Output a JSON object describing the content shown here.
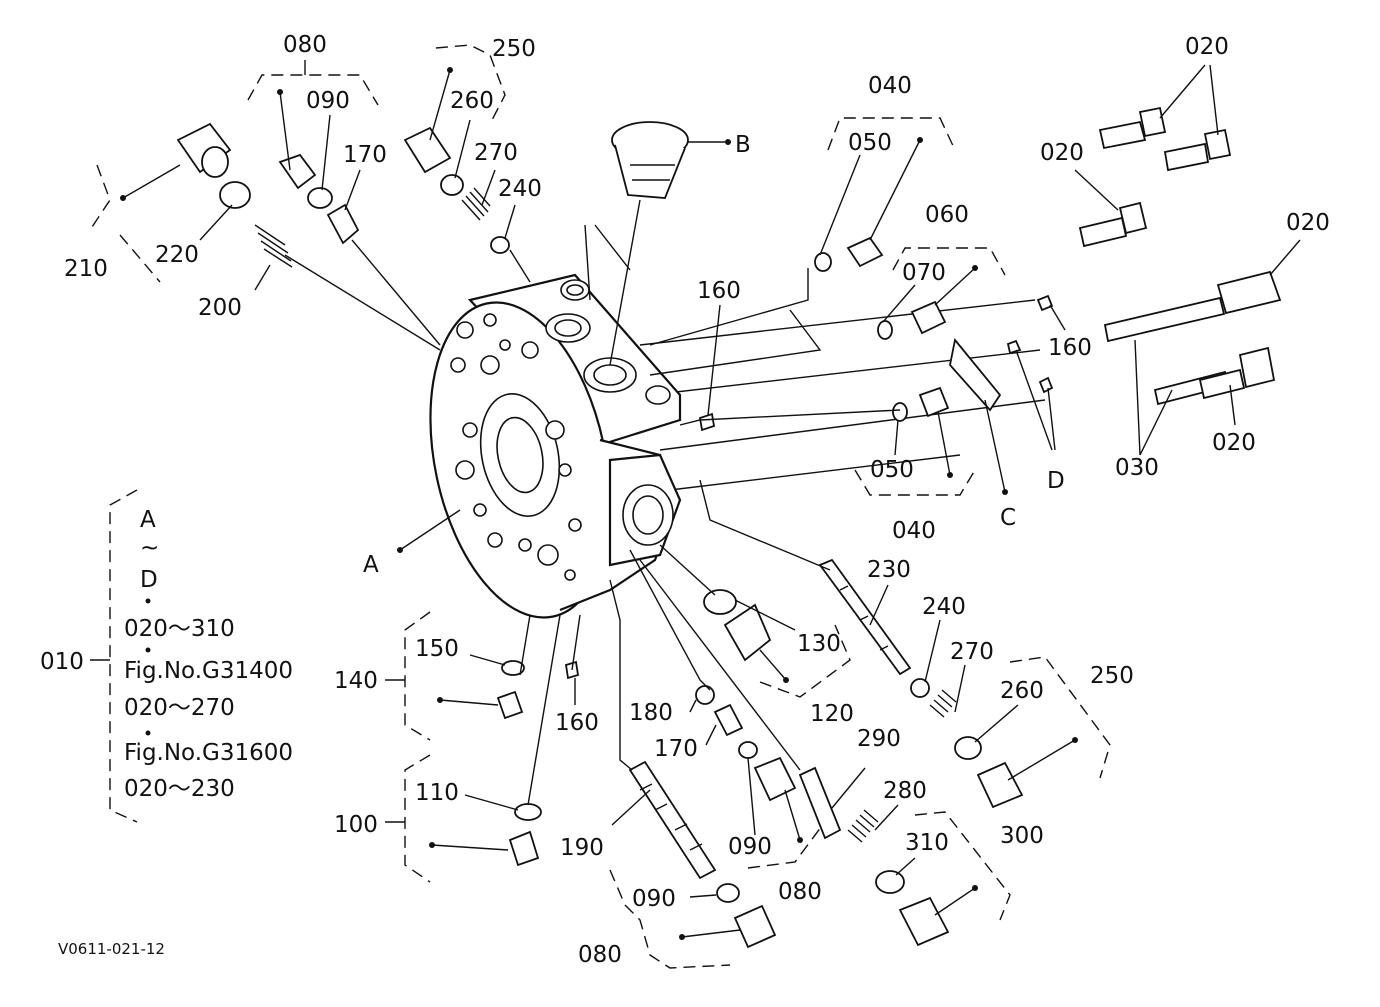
{
  "labels": {
    "p080_top": "080",
    "p250_top": "250",
    "p090_top": "090",
    "p260_top": "260",
    "p170_top": "170",
    "p270_top": "270",
    "p240_top": "240",
    "p210": "210",
    "p220": "220",
    "p200": "200",
    "ref_b": "B",
    "p040_top": "040",
    "p050_top": "050",
    "p060": "060",
    "p070": "070",
    "p160_top": "160",
    "p160_right": "160",
    "p020_a": "020",
    "p020_b": "020",
    "p020_c": "020",
    "p020_d": "020",
    "p030": "030",
    "ref_d": "D",
    "ref_c": "C",
    "p050_mid": "050",
    "p040_mid": "040",
    "ref_a": "A",
    "p230": "230",
    "p240_mid": "240",
    "p270_mid": "270",
    "p250_mid": "250",
    "p260_mid": "260",
    "p130": "130",
    "p120": "120",
    "p150": "150",
    "p140": "140",
    "p160_low": "160",
    "p180": "180",
    "p170_low": "170",
    "p290": "290",
    "p280": "280",
    "p310": "310",
    "p300": "300",
    "p090_low": "090",
    "p080_low": "080",
    "p110": "110",
    "p100": "100",
    "p190": "190",
    "p090_bot": "090",
    "p080_bot": "080",
    "p010": "010"
  },
  "legend": {
    "line1": "A",
    "line2": "~",
    "line3": "D",
    "line4": "020～310",
    "line5": "Fig.No.G31400",
    "line6": "020～270",
    "line7": "Fig.No.G31600",
    "line8": "020～230"
  },
  "figure_code": "V0611-021-12"
}
